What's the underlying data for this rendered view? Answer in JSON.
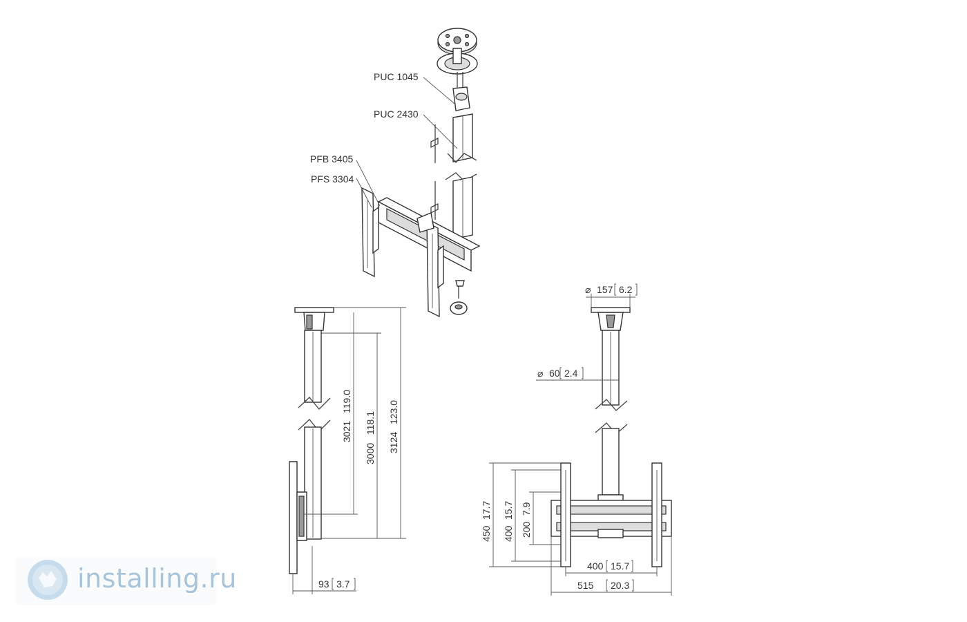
{
  "parts": {
    "puc1045": "PUC 1045",
    "puc2430": "PUC 2430",
    "pfb3405": "PFB 3405",
    "pfs3304": "PFS 3304"
  },
  "dimensions": {
    "d157": "157",
    "d157_in": "6.2",
    "d60": "60",
    "d60_in": "2.4",
    "h3021": "3021",
    "h3021_in": "119.0",
    "h3000": "3000",
    "h3000_in": "118.1",
    "h3124": "3124",
    "h3124_in": "123.0",
    "w93": "93",
    "w93_in": "3.7",
    "h450": "450",
    "h450_in": "17.7",
    "h400": "400",
    "h400_in": "15.7",
    "h200": "200",
    "h200_in": "7.9",
    "w400": "400",
    "w400_in": "15.7",
    "w515": "515",
    "w515_in": "20.3"
  },
  "watermark": {
    "text": "installing.ru"
  },
  "colors": {
    "line": "#444444",
    "watermark": "#a9c4d8"
  }
}
